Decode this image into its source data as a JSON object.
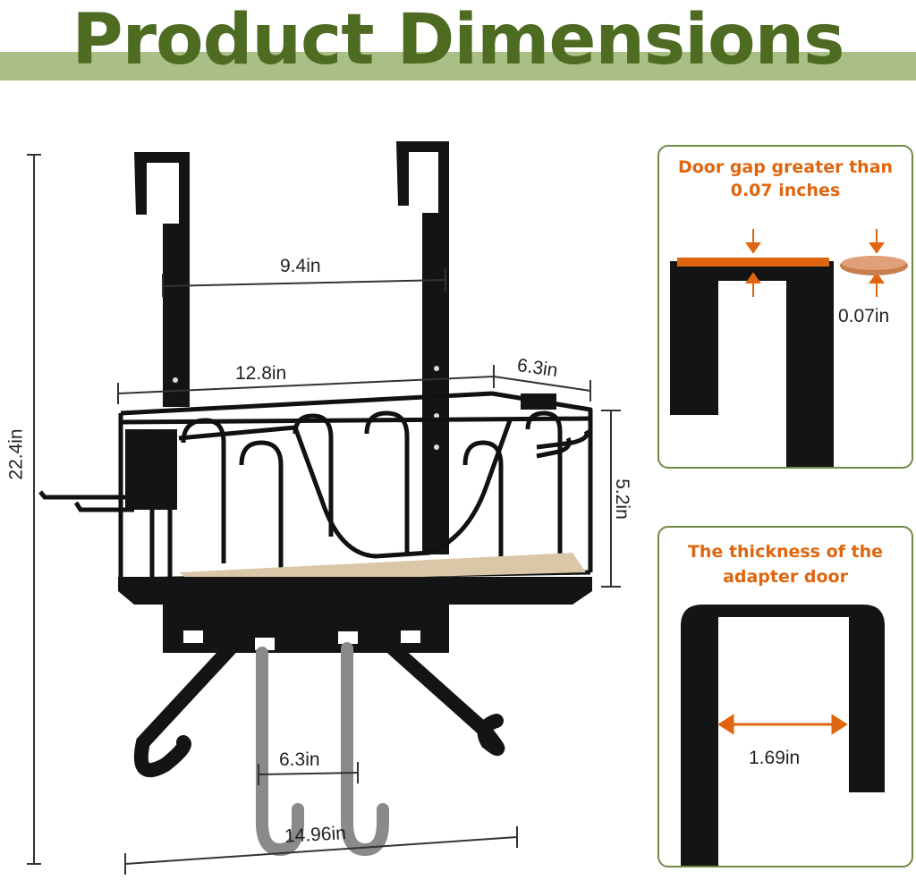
{
  "header": {
    "title": "Product Dimensions"
  },
  "dimensions": {
    "hook_spacing": "9.4in",
    "basket_width": "12.8in",
    "basket_depth": "6.3in",
    "basket_height": "5.2in",
    "overall_height": "22.4in",
    "lower_hook_spacing": "6.3in",
    "overall_width": "14.96in"
  },
  "door_gap_panel": {
    "title_line1": "Door gap greater than",
    "title_line2": "0.07 inches",
    "coin_label": "0.07in",
    "accent_color": "#e0650f"
  },
  "door_thickness_panel": {
    "title_line1": "The thickness of the",
    "title_line2": "adapter door",
    "width_label": "1.69in"
  },
  "colors": {
    "title_green": "#4e6b22",
    "band_green": "#a9bf85",
    "panel_border": "#6f8a45",
    "metal": "#111111",
    "wood": "#d9c7a8"
  }
}
